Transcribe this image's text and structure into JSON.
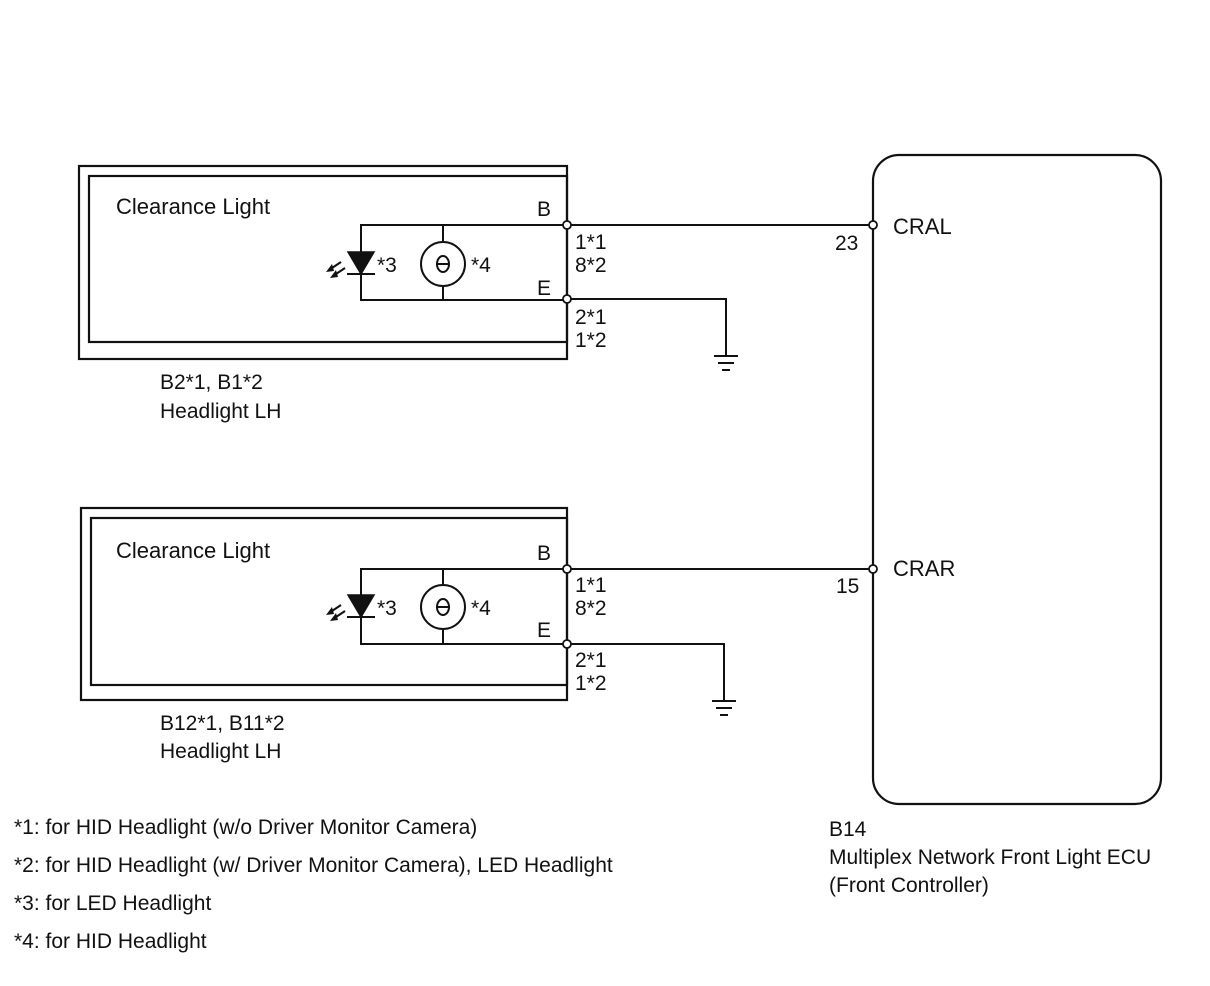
{
  "headlight_lh_1": {
    "section_label": "Clearance Light",
    "terminal_b": "B",
    "terminal_e": "E",
    "pin_b_line1": "1*1",
    "pin_b_line2": "8*2",
    "pin_e_line1": "2*1",
    "pin_e_line2": "1*2",
    "led_ref": "*3",
    "bulb_ref": "*4",
    "connector": "B2*1, B1*2",
    "name": "Headlight LH"
  },
  "headlight_lh_2": {
    "section_label": "Clearance Light",
    "terminal_b": "B",
    "terminal_e": "E",
    "pin_b_line1": "1*1",
    "pin_b_line2": "8*2",
    "pin_e_line1": "2*1",
    "pin_e_line2": "1*2",
    "led_ref": "*3",
    "bulb_ref": "*4",
    "connector": "B12*1, B11*2",
    "name": "Headlight LH"
  },
  "ecu": {
    "terminal_1_name": "CRAL",
    "terminal_1_pin": "23",
    "terminal_2_name": "CRAR",
    "terminal_2_pin": "15",
    "connector": "B14",
    "name_line1": "Multiplex Network Front Light ECU",
    "name_line2": "(Front Controller)"
  },
  "notes": [
    "*1: for HID Headlight (w/o Driver Monitor Camera)",
    "*2: for HID Headlight (w/ Driver Monitor Camera), LED Headlight",
    "*3: for LED Headlight",
    "*4: for HID Headlight"
  ]
}
